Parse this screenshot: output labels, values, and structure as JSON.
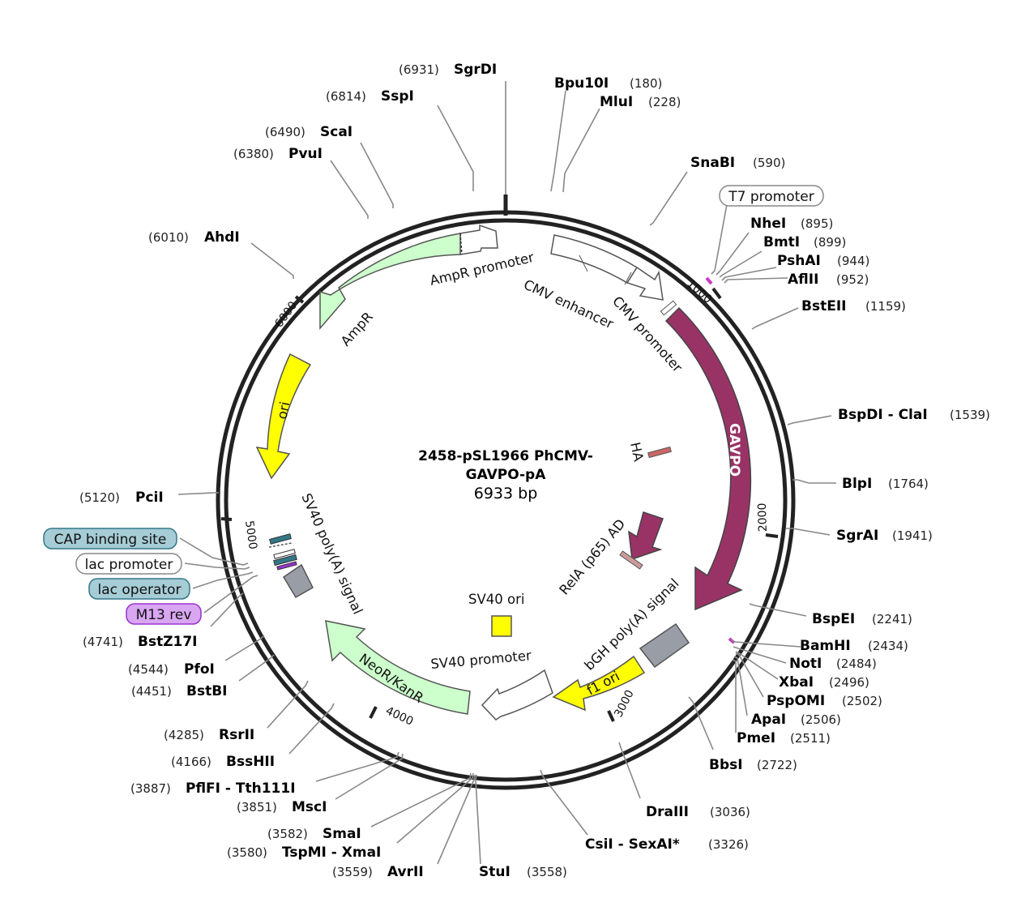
{
  "plasmid": {
    "name_line1": "2458-pSL1966 PhCMV-",
    "name_line2": "GAVPO-pA",
    "size_label": "6933 bp",
    "length": 6933
  },
  "ticks": [
    {
      "pos": 1000,
      "label": "1000"
    },
    {
      "pos": 2000,
      "label": "2000"
    },
    {
      "pos": 3000,
      "label": "3000"
    },
    {
      "pos": 4000,
      "label": "4000"
    },
    {
      "pos": 5000,
      "label": "5000"
    },
    {
      "pos": 6000,
      "label": "6000"
    }
  ],
  "enzymes": [
    {
      "name": "SgrDI",
      "pos": "(6931)"
    },
    {
      "name": "SspI",
      "pos": "(6814)"
    },
    {
      "name": "ScaI",
      "pos": "(6490)"
    },
    {
      "name": "PvuI",
      "pos": "(6380)"
    },
    {
      "name": "AhdI",
      "pos": "(6010)"
    },
    {
      "name": "Bpu10I",
      "pos": "(180)"
    },
    {
      "name": "MluI",
      "pos": "(228)"
    },
    {
      "name": "SnaBI",
      "pos": "(590)"
    },
    {
      "name": "NheI",
      "pos": "(895)"
    },
    {
      "name": "BmtI",
      "pos": "(899)"
    },
    {
      "name": "PshAI",
      "pos": "(944)"
    },
    {
      "name": "AflII",
      "pos": "(952)"
    },
    {
      "name": "BstEII",
      "pos": "(1159)"
    },
    {
      "name": "BspDI - ClaI",
      "pos": "(1539)"
    },
    {
      "name": "BlpI",
      "pos": "(1764)"
    },
    {
      "name": "SgrAI",
      "pos": "(1941)"
    },
    {
      "name": "BspEI",
      "pos": "(2241)"
    },
    {
      "name": "BamHI",
      "pos": "(2434)"
    },
    {
      "name": "NotI",
      "pos": "(2484)"
    },
    {
      "name": "XbaI",
      "pos": "(2496)"
    },
    {
      "name": "PspOMI",
      "pos": "(2502)"
    },
    {
      "name": "ApaI",
      "pos": "(2506)"
    },
    {
      "name": "PmeI",
      "pos": "(2511)"
    },
    {
      "name": "BbsI",
      "pos": "(2722)"
    },
    {
      "name": "DraIII",
      "pos": "(3036)"
    },
    {
      "name": "CsiI - SexAI*",
      "pos": "(3326)"
    },
    {
      "name": "StuI",
      "pos": "(3558)"
    },
    {
      "name": "AvrII",
      "pos": "(3559)"
    },
    {
      "name": "TspMI - XmaI",
      "pos": "(3580)"
    },
    {
      "name": "SmaI",
      "pos": "(3582)"
    },
    {
      "name": "MscI",
      "pos": "(3851)"
    },
    {
      "name": "PflFI - Tth111I",
      "pos": "(3887)"
    },
    {
      "name": "BssHII",
      "pos": "(4166)"
    },
    {
      "name": "RsrII",
      "pos": "(4285)"
    },
    {
      "name": "BstBI",
      "pos": "(4451)"
    },
    {
      "name": "PfoI",
      "pos": "(4544)"
    },
    {
      "name": "BstZ17I",
      "pos": "(4741)"
    },
    {
      "name": "PciI",
      "pos": "(5120)"
    }
  ],
  "boxed_features": [
    {
      "label": "T7 promoter",
      "fill": "#ffffff"
    },
    {
      "label": "CAP binding site",
      "fill": "#a6ccd6"
    },
    {
      "label": "lac promoter",
      "fill": "#ffffff"
    },
    {
      "label": "lac operator",
      "fill": "#a6ccd6"
    },
    {
      "label": "M13 rev",
      "fill": "#d9a6f2"
    }
  ],
  "features": {
    "ampr_promoter": "AmpR promoter",
    "ampr": "AmpR",
    "ori": "ori",
    "cmv_enhancer": "CMV enhancer",
    "cmv_promoter": "CMV promoter",
    "gavpo": "GAVPO",
    "ha": "HA",
    "rela": "RelA (p65) AD",
    "bgh": "bGH poly(A) signal",
    "f1": "f1 ori",
    "sv40_promoter": "SV40 promoter",
    "neo": "NeoR/KanR",
    "sv40_polya": "SV40 poly(A) signal",
    "sv40_ori": "SV40 ori"
  },
  "colors": {
    "backbone": "#222222",
    "ampr": "#ccffcc",
    "ori": "#ffff00",
    "gavpo": "#993366",
    "polya_gray": "#999ea6",
    "cmv": "#ffffff",
    "cap": "#a6ccd6",
    "m13": "#d9a6f2",
    "line": "#888888"
  }
}
